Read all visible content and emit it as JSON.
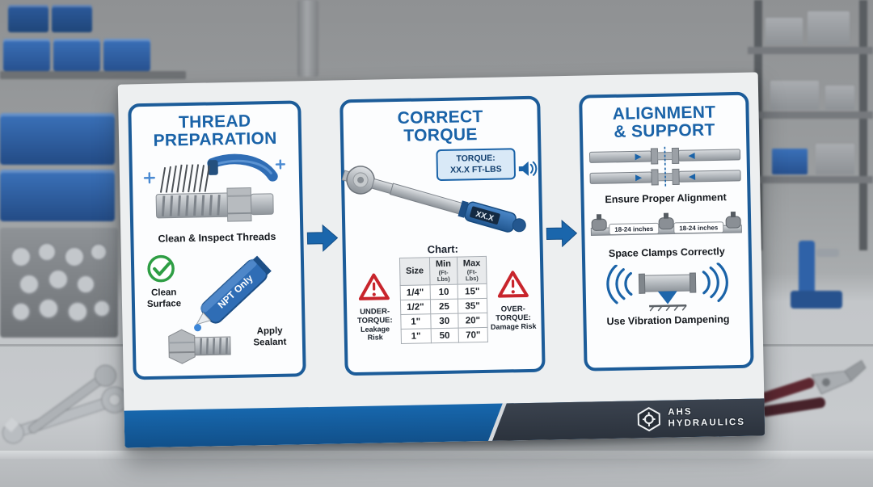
{
  "panel1": {
    "title_line1": "THREAD",
    "title_line2": "PREPARATION",
    "caption_threads": "Clean & Inspect Threads",
    "clean_surface_line1": "Clean",
    "clean_surface_line2": "Surface",
    "tube_label": "NPT Only",
    "caption_sealant_line1": "Apply",
    "caption_sealant_line2": "Sealant"
  },
  "panel2": {
    "title_line1": "CORRECT",
    "title_line2": "TORQUE",
    "callout_line1": "TORQUE:",
    "callout_line2": "XX.X FT-LBS",
    "wrench_display": "XX.X",
    "chart_label": "Chart:",
    "table": {
      "headers": [
        {
          "main": "Size",
          "sub": ""
        },
        {
          "main": "Min",
          "sub": "(Ft-Lbs)"
        },
        {
          "main": "Max",
          "sub": "(Ft-Lbs)"
        }
      ],
      "rows": [
        [
          "1/4\"",
          "10",
          "15\""
        ],
        [
          "1/2\"",
          "25",
          "35\""
        ],
        [
          "1\"",
          "30",
          "20\""
        ],
        [
          "1\"",
          "50",
          "70\""
        ]
      ]
    },
    "under_torque_line1": "UNDER-TORQUE:",
    "under_torque_line2": "Leakage Risk",
    "over_torque_line1": "OVER-TORQUE:",
    "over_torque_line2": "Damage Risk"
  },
  "panel3": {
    "title_line1": "ALIGNMENT",
    "title_line2": "& SUPPORT",
    "caption_alignment": "Ensure Proper Alignment",
    "spacing_label_left": "18-24 inches",
    "spacing_label_right": "18-24 inches",
    "caption_spacing": "Space Clamps Correctly",
    "caption_vibration": "Use Vibration Dampening"
  },
  "footer": {
    "brand_line1": "AHS",
    "brand_line2": "HYDRAULICS"
  },
  "colors": {
    "primary_blue": "#1a63a8",
    "panel_border_blue": "#1c5c99",
    "dark_navy": "#123f6e",
    "warning_red": "#c8252c",
    "check_green": "#2e9e44",
    "footer_dark": "#2a313b"
  },
  "chart_data": {
    "type": "table",
    "title": "Chart:",
    "columns": [
      "Size",
      "Min (Ft-Lbs)",
      "Max (Ft-Lbs)"
    ],
    "rows": [
      [
        "1/4\"",
        "10",
        "15\""
      ],
      [
        "1/2\"",
        "25",
        "35\""
      ],
      [
        "1\"",
        "30",
        "20\""
      ],
      [
        "1\"",
        "50",
        "70\""
      ]
    ]
  }
}
